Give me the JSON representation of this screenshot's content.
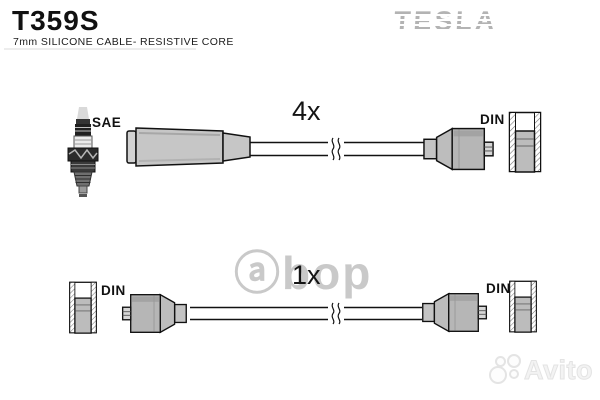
{
  "header": {
    "part_number": "T359S",
    "subtitle": "7mm SILICONE CABLE- RESISTIVE CORE",
    "brand": "TESLA"
  },
  "diagram": {
    "rows": [
      {
        "quantity": "4x",
        "left_label": "SAE",
        "right_label": "DIN"
      },
      {
        "quantity": "1x",
        "left_label": "DIN",
        "right_label": "DIN"
      }
    ]
  },
  "watermarks": {
    "center": "ⓐbop",
    "corner": "Avito"
  },
  "colors": {
    "background": "#ffffff",
    "outline": "#111111",
    "boot_gray": "#c4c4c4",
    "logo_gray": "#b3b3b3",
    "watermark_gray": "#c9c9c9"
  }
}
